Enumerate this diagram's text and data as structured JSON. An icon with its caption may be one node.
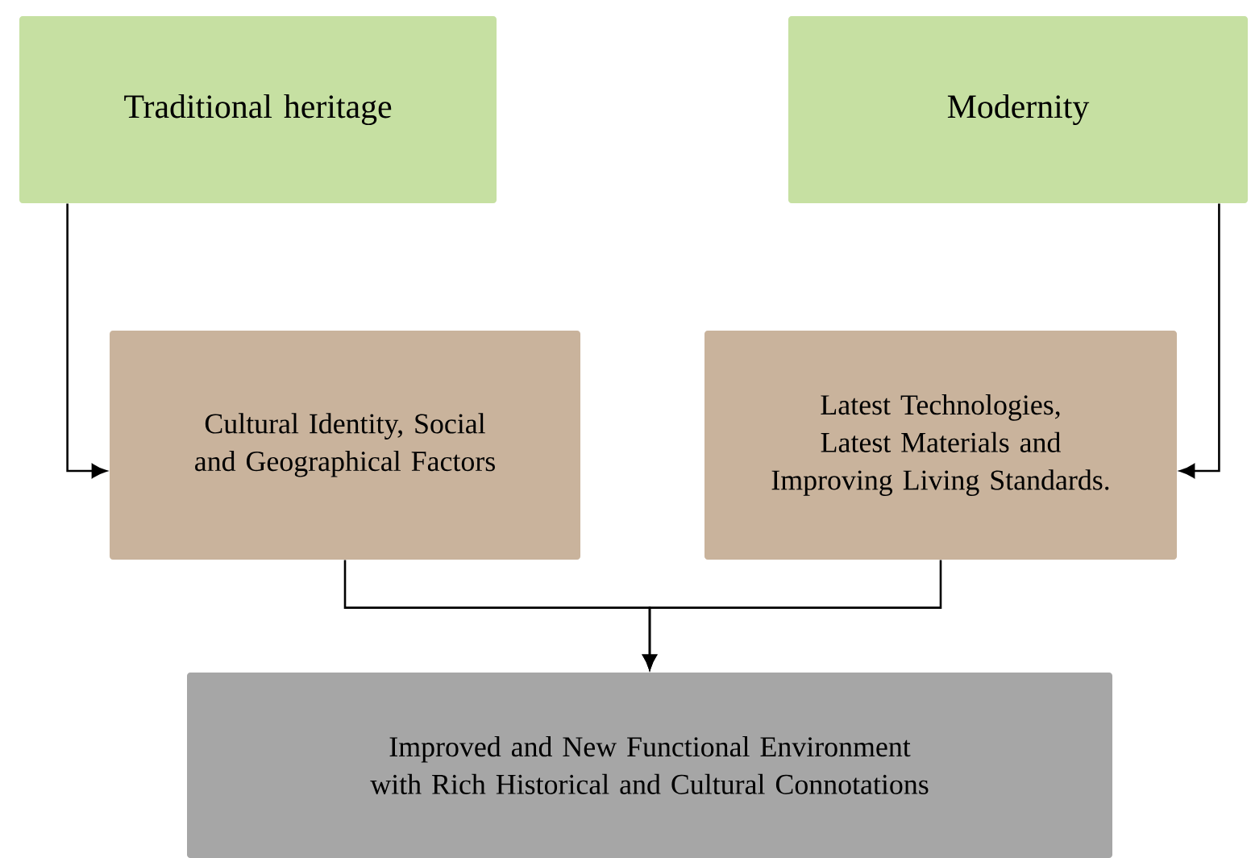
{
  "diagram": {
    "nodes": [
      {
        "text": [
          "Traditional heritage"
        ]
      },
      {
        "text": [
          "Modernity"
        ]
      },
      {
        "text": [
          "Cultural Identity, Social and Geographical Factors"
        ]
      },
      {
        "text": [
          "Latest Technologies, Latest Materials and Improving Living Standards."
        ]
      },
      {
        "text": [
          "Improved and New Functional Environment with Rich Historical and Cultural Connotations"
        ]
      }
    ],
    "edges": [
      {
        "from": 0,
        "to": 2,
        "arrow": "to"
      },
      {
        "from": 1,
        "to": 3,
        "arrow": "to"
      },
      {
        "from": 2,
        "to": 4,
        "arrow": "to"
      },
      {
        "from": 3,
        "to": 4,
        "arrow": "to"
      }
    ]
  }
}
